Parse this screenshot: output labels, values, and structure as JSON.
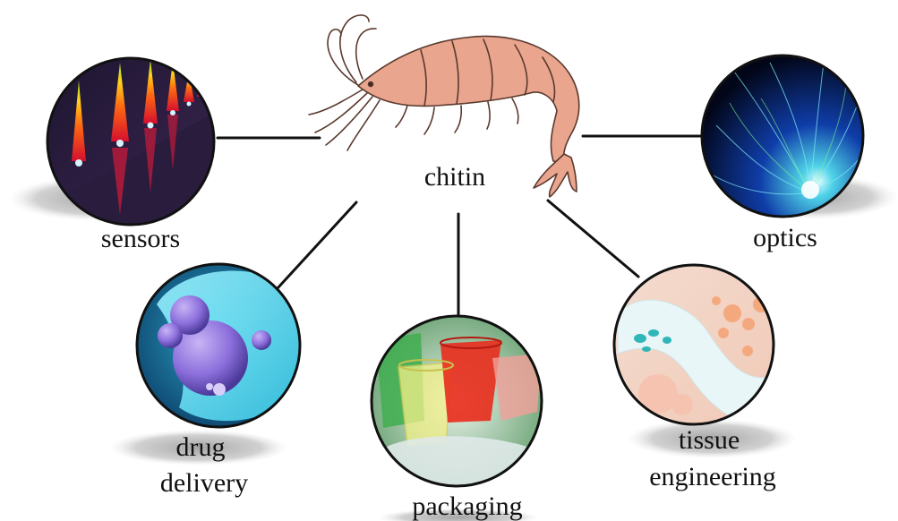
{
  "center": {
    "label": "chitin",
    "icon": "shrimp-icon"
  },
  "applications": [
    {
      "id": "sensors",
      "lines": [
        "sensors"
      ],
      "icon": "sensor-peaks-icon"
    },
    {
      "id": "drug-delivery",
      "lines": [
        "drug",
        "delivery"
      ],
      "icon": "microcapsule-icon"
    },
    {
      "id": "packaging",
      "lines": [
        "packaging"
      ],
      "icon": "plastic-cups-icon"
    },
    {
      "id": "tissue-engineering",
      "lines": [
        "tissue",
        "engineering"
      ],
      "icon": "porous-scaffold-icon"
    },
    {
      "id": "optics",
      "lines": [
        "optics"
      ],
      "icon": "light-fibers-icon"
    }
  ],
  "colors": {
    "shrimp_fill": "#eaa58e",
    "shrimp_outline": "#5a3a2e",
    "connector": "#111111",
    "shadow": "#c9c9c9",
    "circle_border": "#111111"
  }
}
